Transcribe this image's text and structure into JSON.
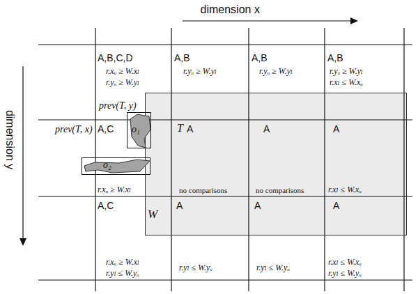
{
  "diagram": {
    "nodes": [
      {
        "text": [
          "W"
        ]
      },
      {
        "text": [
          "o₁"
        ]
      },
      {
        "text": [
          "o₂"
        ]
      }
    ],
    "labels": [
      "dimension x",
      "dimension y",
      "A,B,C,D",
      "r.xᵤ ≥ W.xₗ",
      "r.yᵤ ≥ W.yₗ",
      "A,B",
      "r.yᵤ ≥ W.yₗ",
      "A,B",
      "r.yᵤ ≥ W.yₗ",
      "A,B",
      "r.yᵤ ≥ W.yₗ",
      "r.xₗ ≤ W.xᵤ",
      "prev(T, y)",
      "prev(T, x)",
      "A,C",
      "T",
      "A",
      "A",
      "A",
      "r.xᵤ ≥ W.xₗ",
      "no comparisons",
      "no comparisons",
      "r.xₗ ≤ W.xᵤ",
      "A,C",
      "A",
      "A",
      "A",
      "r.xᵤ ≥ W.xₗ",
      "r.yₗ ≤ W.yᵤ",
      "r.yₗ ≤ W.yᵤ",
      "r.yₗ ≤ W.yᵤ",
      "r.xₗ ≤ W.xᵤ",
      "r.yₗ ≤ W.yᵤ"
    ]
  }
}
